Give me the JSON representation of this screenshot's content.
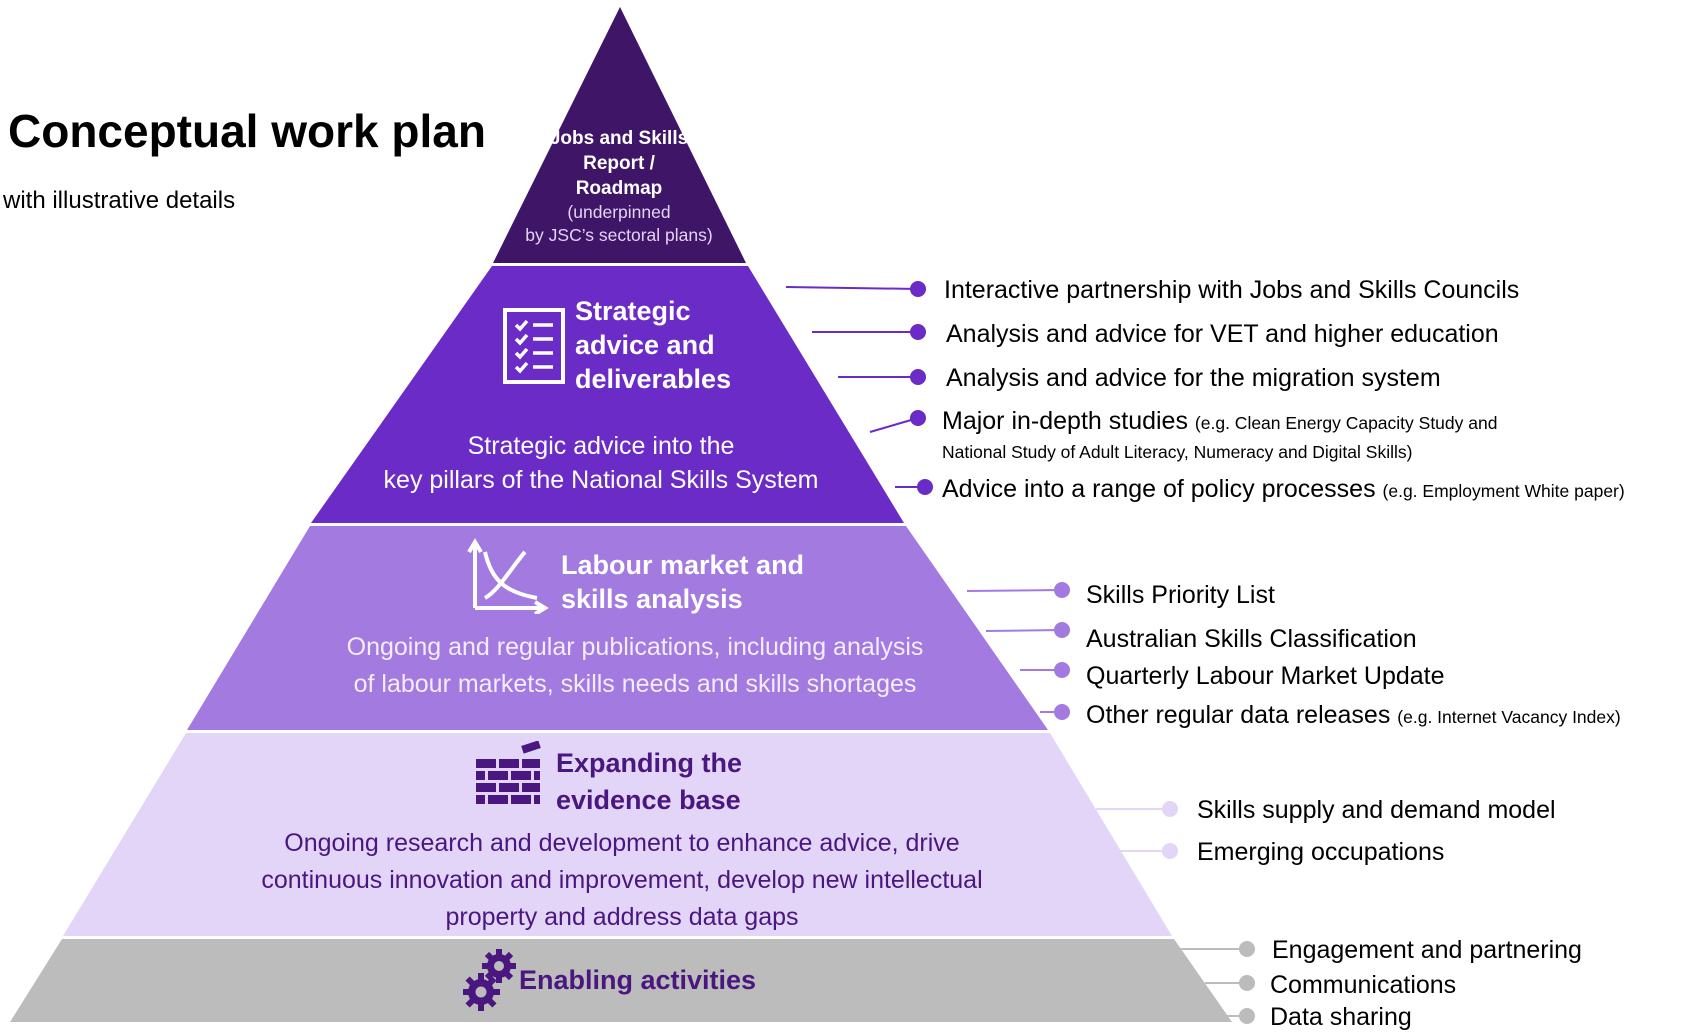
{
  "title": "Conceptual work plan",
  "subtitle": "with illustrative details",
  "colors": {
    "tier_top": "#3f1568",
    "tier_strategic": "#6a2bc6",
    "tier_labour": "#a27ae0",
    "tier_evidence": "#e2d5f7",
    "tier_enabling": "#bcbcbc",
    "bullet_dark": "#6a2bc6",
    "bullet_mid": "#a27ae0",
    "bullet_light": "#e2d5f7",
    "bullet_grey": "#bcbcbc"
  },
  "tiers": {
    "top": {
      "heading_lines": [
        "Jobs and Skills",
        "Report /",
        "Roadmap"
      ],
      "sub_lines": [
        "(underpinned",
        "by JSC’s sectoral plans)"
      ]
    },
    "strategic": {
      "icon": "checklist-icon",
      "heading_lines": [
        "Strategic",
        "advice and",
        "deliverables"
      ],
      "body_lines": [
        "Strategic advice into the",
        "key pillars of the National Skills System"
      ],
      "items": [
        {
          "text": "Interactive partnership with Jobs and Skills Councils",
          "note": ""
        },
        {
          "text": "Analysis and advice for VET and higher education",
          "note": ""
        },
        {
          "text": "Analysis and advice for the migration system",
          "note": ""
        },
        {
          "text": "Major in-depth studies",
          "note": "(e.g. Clean Energy Capacity Study and",
          "note_line2": "National Study of Adult Literacy, Numeracy and Digital Skills)"
        },
        {
          "text": "Advice into a range of policy processes",
          "note": "(e.g. Employment White paper)"
        }
      ]
    },
    "labour": {
      "icon": "line-chart-icon",
      "heading_lines": [
        "Labour market and",
        "skills analysis"
      ],
      "body_lines": [
        "Ongoing and regular publications, including analysis",
        "of labour markets, skills needs and skills shortages"
      ],
      "items": [
        {
          "text": "Skills Priority List",
          "note": ""
        },
        {
          "text": "Australian Skills Classification",
          "note": ""
        },
        {
          "text": "Quarterly Labour Market Update",
          "note": ""
        },
        {
          "text": "Other regular data releases",
          "note": "(e.g. Internet Vacancy Index)"
        }
      ]
    },
    "evidence": {
      "icon": "brick-wall-icon",
      "heading_lines": [
        "Expanding the",
        "evidence base"
      ],
      "body_lines": [
        "Ongoing research and development to enhance advice, drive",
        "continuous innovation and improvement, develop new intellectual",
        "property and address data gaps"
      ],
      "items": [
        {
          "text": "Skills supply and demand model",
          "note": ""
        },
        {
          "text": "Emerging occupations",
          "note": ""
        }
      ]
    },
    "enabling": {
      "icon": "gears-icon",
      "heading": "Enabling activities",
      "items": [
        {
          "text": "Engagement and partnering",
          "note": ""
        },
        {
          "text": "Communications",
          "note": ""
        },
        {
          "text": "Data sharing",
          "note": ""
        }
      ]
    }
  }
}
